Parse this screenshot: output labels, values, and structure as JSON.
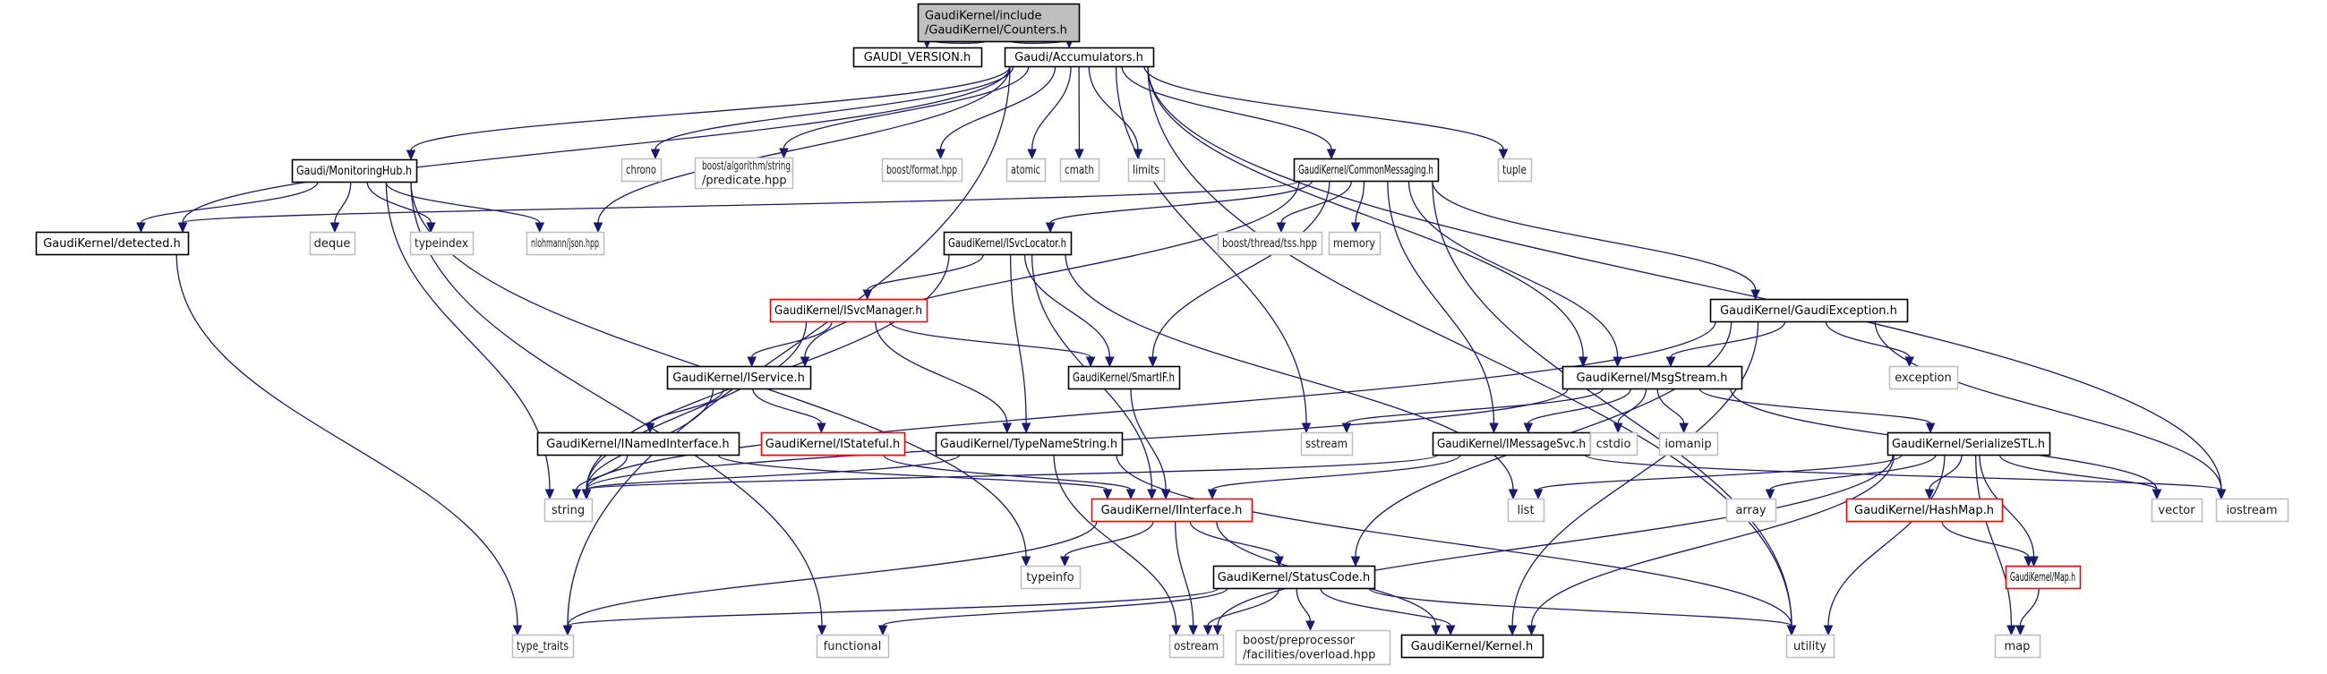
{
  "title": "GaudiKernel/include/GaudiKernel/Counters.h",
  "legend_colors": {
    "root_fill": "#bfbfbf",
    "documented_border": "#000000",
    "partial_border": "#ff0000",
    "system_border": "#bfbfbf",
    "edge": "#191970"
  },
  "nodes": [
    {
      "id": "counters",
      "lines": [
        "GaudiKernel/include",
        "/GaudiKernel/Counters.h"
      ],
      "kind": "root"
    },
    {
      "id": "gaudi_version",
      "lines": [
        "GAUDI_VERSION.h"
      ],
      "kind": "doc"
    },
    {
      "id": "accumulators",
      "lines": [
        "Gaudi/Accumulators.h"
      ],
      "kind": "doc"
    },
    {
      "id": "monitoringhub",
      "lines": [
        "Gaudi/MonitoringHub.h"
      ],
      "kind": "doc"
    },
    {
      "id": "chrono",
      "lines": [
        "chrono"
      ],
      "kind": "system"
    },
    {
      "id": "predicate",
      "lines": [
        "boost/algorithm/string",
        "/predicate.hpp"
      ],
      "kind": "system"
    },
    {
      "id": "boostformat",
      "lines": [
        "boost/format.hpp"
      ],
      "kind": "system"
    },
    {
      "id": "atomic",
      "lines": [
        "atomic"
      ],
      "kind": "system"
    },
    {
      "id": "cmath",
      "lines": [
        "cmath"
      ],
      "kind": "system"
    },
    {
      "id": "limits",
      "lines": [
        "limits"
      ],
      "kind": "system"
    },
    {
      "id": "commonmessaging",
      "lines": [
        "GaudiKernel/CommonMessaging.h"
      ],
      "kind": "doc"
    },
    {
      "id": "tuple",
      "lines": [
        "tuple"
      ],
      "kind": "system"
    },
    {
      "id": "detected",
      "lines": [
        "GaudiKernel/detected.h"
      ],
      "kind": "doc"
    },
    {
      "id": "deque",
      "lines": [
        "deque"
      ],
      "kind": "system"
    },
    {
      "id": "typeindex",
      "lines": [
        "typeindex"
      ],
      "kind": "system"
    },
    {
      "id": "json",
      "lines": [
        "nlohmann/json.hpp"
      ],
      "kind": "system"
    },
    {
      "id": "isvclocator",
      "lines": [
        "GaudiKernel/ISvcLocator.h"
      ],
      "kind": "doc"
    },
    {
      "id": "tss",
      "lines": [
        "boost/thread/tss.hpp"
      ],
      "kind": "system"
    },
    {
      "id": "memory",
      "lines": [
        "memory"
      ],
      "kind": "system"
    },
    {
      "id": "gaudiexception",
      "lines": [
        "GaudiKernel/GaudiException.h"
      ],
      "kind": "doc"
    },
    {
      "id": "isvcmanager",
      "lines": [
        "GaudiKernel/ISvcManager.h"
      ],
      "kind": "partial"
    },
    {
      "id": "iservice",
      "lines": [
        "GaudiKernel/IService.h"
      ],
      "kind": "doc"
    },
    {
      "id": "smartif",
      "lines": [
        "GaudiKernel/SmartIF.h"
      ],
      "kind": "doc"
    },
    {
      "id": "msgstream",
      "lines": [
        "GaudiKernel/MsgStream.h"
      ],
      "kind": "doc"
    },
    {
      "id": "exception",
      "lines": [
        "exception"
      ],
      "kind": "system"
    },
    {
      "id": "inamedinterface",
      "lines": [
        "GaudiKernel/INamedInterface.h"
      ],
      "kind": "doc"
    },
    {
      "id": "istateful",
      "lines": [
        "GaudiKernel/IStateful.h"
      ],
      "kind": "partial"
    },
    {
      "id": "typenamestring",
      "lines": [
        "GaudiKernel/TypeNameString.h"
      ],
      "kind": "doc"
    },
    {
      "id": "sstream",
      "lines": [
        "sstream"
      ],
      "kind": "system"
    },
    {
      "id": "imessagesvc",
      "lines": [
        "GaudiKernel/IMessageSvc.h"
      ],
      "kind": "doc"
    },
    {
      "id": "cstdio",
      "lines": [
        "cstdio"
      ],
      "kind": "system"
    },
    {
      "id": "iomanip",
      "lines": [
        "iomanip"
      ],
      "kind": "system"
    },
    {
      "id": "serializestl",
      "lines": [
        "GaudiKernel/SerializeSTL.h"
      ],
      "kind": "doc"
    },
    {
      "id": "string",
      "lines": [
        "string"
      ],
      "kind": "system"
    },
    {
      "id": "iinterface",
      "lines": [
        "GaudiKernel/IInterface.h"
      ],
      "kind": "partial"
    },
    {
      "id": "list",
      "lines": [
        "list"
      ],
      "kind": "system"
    },
    {
      "id": "array",
      "lines": [
        "array"
      ],
      "kind": "system"
    },
    {
      "id": "hashmap",
      "lines": [
        "GaudiKernel/HashMap.h"
      ],
      "kind": "partial"
    },
    {
      "id": "vector",
      "lines": [
        "vector"
      ],
      "kind": "system"
    },
    {
      "id": "iostream",
      "lines": [
        "iostream"
      ],
      "kind": "system"
    },
    {
      "id": "typeinfo",
      "lines": [
        "typeinfo"
      ],
      "kind": "system"
    },
    {
      "id": "statuscode",
      "lines": [
        "GaudiKernel/StatusCode.h"
      ],
      "kind": "doc"
    },
    {
      "id": "map_h",
      "lines": [
        "GaudiKernel/Map.h"
      ],
      "kind": "partial"
    },
    {
      "id": "type_traits",
      "lines": [
        "type_traits"
      ],
      "kind": "system"
    },
    {
      "id": "functional",
      "lines": [
        "functional"
      ],
      "kind": "system"
    },
    {
      "id": "ostream",
      "lines": [
        "ostream"
      ],
      "kind": "system"
    },
    {
      "id": "overload",
      "lines": [
        "boost/preprocessor",
        "/facilities/overload.hpp"
      ],
      "kind": "system"
    },
    {
      "id": "kernel",
      "lines": [
        "GaudiKernel/Kernel.h"
      ],
      "kind": "doc"
    },
    {
      "id": "utility",
      "lines": [
        "utility"
      ],
      "kind": "system"
    },
    {
      "id": "map",
      "lines": [
        "map"
      ],
      "kind": "system"
    }
  ],
  "edges": [
    [
      "counters",
      "gaudi_version"
    ],
    [
      "counters",
      "accumulators"
    ],
    [
      "accumulators",
      "monitoringhub"
    ],
    [
      "accumulators",
      "chrono"
    ],
    [
      "accumulators",
      "predicate"
    ],
    [
      "accumulators",
      "boostformat"
    ],
    [
      "accumulators",
      "atomic"
    ],
    [
      "accumulators",
      "cmath"
    ],
    [
      "accumulators",
      "limits"
    ],
    [
      "accumulators",
      "commonmessaging"
    ],
    [
      "accumulators",
      "tuple"
    ],
    [
      "accumulators",
      "detected"
    ],
    [
      "accumulators",
      "json"
    ],
    [
      "accumulators",
      "msgstream"
    ],
    [
      "accumulators",
      "sstream"
    ],
    [
      "accumulators",
      "iostream"
    ],
    [
      "accumulators",
      "utility"
    ],
    [
      "accumulators",
      "type_traits"
    ],
    [
      "monitoringhub",
      "detected"
    ],
    [
      "monitoringhub",
      "deque"
    ],
    [
      "monitoringhub",
      "typeindex"
    ],
    [
      "monitoringhub",
      "json"
    ],
    [
      "monitoringhub",
      "string"
    ],
    [
      "monitoringhub",
      "typeinfo"
    ],
    [
      "monitoringhub",
      "functional"
    ],
    [
      "commonmessaging",
      "detected"
    ],
    [
      "commonmessaging",
      "isvclocator"
    ],
    [
      "commonmessaging",
      "tss"
    ],
    [
      "commonmessaging",
      "memory"
    ],
    [
      "commonmessaging",
      "gaudiexception"
    ],
    [
      "commonmessaging",
      "smartif"
    ],
    [
      "commonmessaging",
      "msgstream"
    ],
    [
      "commonmessaging",
      "imessagesvc"
    ],
    [
      "commonmessaging",
      "iservice"
    ],
    [
      "commonmessaging",
      "utility"
    ],
    [
      "detected",
      "type_traits"
    ],
    [
      "isvclocator",
      "isvcmanager"
    ],
    [
      "isvclocator",
      "smartif"
    ],
    [
      "isvclocator",
      "typenamestring"
    ],
    [
      "isvclocator",
      "iinterface"
    ],
    [
      "isvclocator",
      "string"
    ],
    [
      "isvclocator",
      "list"
    ],
    [
      "isvcmanager",
      "iservice"
    ],
    [
      "isvcmanager",
      "smartif"
    ],
    [
      "isvcmanager",
      "typenamestring"
    ],
    [
      "isvcmanager",
      "string"
    ],
    [
      "iservice",
      "inamedinterface"
    ],
    [
      "iservice",
      "istateful"
    ],
    [
      "iservice",
      "string"
    ],
    [
      "smartif",
      "iinterface"
    ],
    [
      "gaudiexception",
      "msgstream"
    ],
    [
      "gaudiexception",
      "exception"
    ],
    [
      "gaudiexception",
      "string"
    ],
    [
      "gaudiexception",
      "iostream"
    ],
    [
      "gaudiexception",
      "statuscode"
    ],
    [
      "gaudiexception",
      "kernel"
    ],
    [
      "msgstream",
      "imessagesvc"
    ],
    [
      "msgstream",
      "cstdio"
    ],
    [
      "msgstream",
      "iomanip"
    ],
    [
      "msgstream",
      "serializestl"
    ],
    [
      "msgstream",
      "sstream"
    ],
    [
      "msgstream",
      "string"
    ],
    [
      "msgstream",
      "vector"
    ],
    [
      "inamedinterface",
      "iinterface"
    ],
    [
      "inamedinterface",
      "string"
    ],
    [
      "istateful",
      "iinterface"
    ],
    [
      "typenamestring",
      "string"
    ],
    [
      "typenamestring",
      "ostream"
    ],
    [
      "typenamestring",
      "utility"
    ],
    [
      "imessagesvc",
      "iinterface"
    ],
    [
      "imessagesvc",
      "string"
    ],
    [
      "imessagesvc",
      "iostream"
    ],
    [
      "serializestl",
      "list"
    ],
    [
      "serializestl",
      "array"
    ],
    [
      "serializestl",
      "hashmap"
    ],
    [
      "serializestl",
      "map_h"
    ],
    [
      "serializestl",
      "vector"
    ],
    [
      "serializestl",
      "utility"
    ],
    [
      "serializestl",
      "map"
    ],
    [
      "serializestl",
      "ostream"
    ],
    [
      "serializestl",
      "kernel"
    ],
    [
      "iinterface",
      "typeinfo"
    ],
    [
      "iinterface",
      "statuscode"
    ],
    [
      "iinterface",
      "ostream"
    ],
    [
      "iinterface",
      "kernel"
    ],
    [
      "iinterface",
      "type_traits"
    ],
    [
      "hashmap",
      "map_h"
    ],
    [
      "map_h",
      "map"
    ],
    [
      "statuscode",
      "type_traits"
    ],
    [
      "statuscode",
      "functional"
    ],
    [
      "statuscode",
      "ostream"
    ],
    [
      "statuscode",
      "overload"
    ],
    [
      "statuscode",
      "kernel"
    ],
    [
      "statuscode",
      "utility"
    ]
  ]
}
